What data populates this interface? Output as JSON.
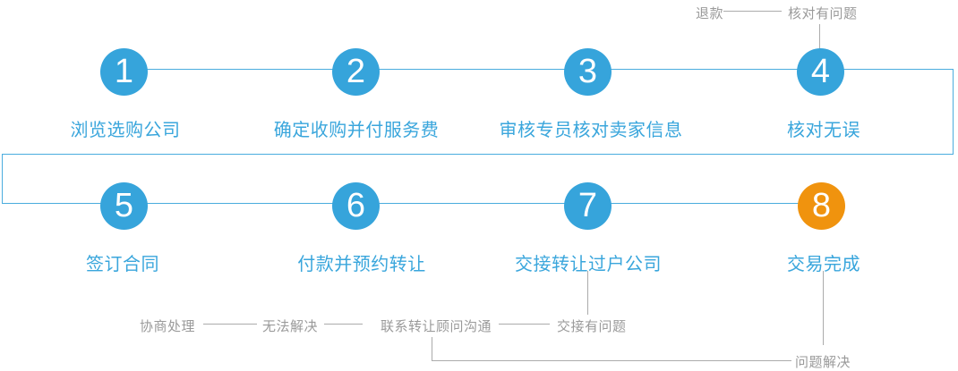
{
  "palette": {
    "circle_blue": "#36a4db",
    "circle_orange": "#f0930e",
    "flow_line_blue": "#4aacde",
    "label_blue": "#3aa6dc",
    "annotation_gray": "#9a9a9a",
    "connector_gray": "#ababab"
  },
  "steps": [
    {
      "num": "1",
      "label": "浏览选购公司"
    },
    {
      "num": "2",
      "label": "确定收购并付服务费"
    },
    {
      "num": "3",
      "label": "审核专员核对卖家信息"
    },
    {
      "num": "4",
      "label": "核对无误"
    },
    {
      "num": "5",
      "label": "签订合同"
    },
    {
      "num": "6",
      "label": "付款并预约转让"
    },
    {
      "num": "7",
      "label": "交接转让过户公司"
    },
    {
      "num": "8",
      "label": "交易完成"
    }
  ],
  "branches": {
    "refund": "退款",
    "check_issue": "核对有问题",
    "negotiate": "协商处理",
    "unsolvable": "无法解决",
    "contact_advisor": "联系转让顾问沟通",
    "handover_issue": "交接有问题",
    "problem_solved": "问题解决"
  }
}
